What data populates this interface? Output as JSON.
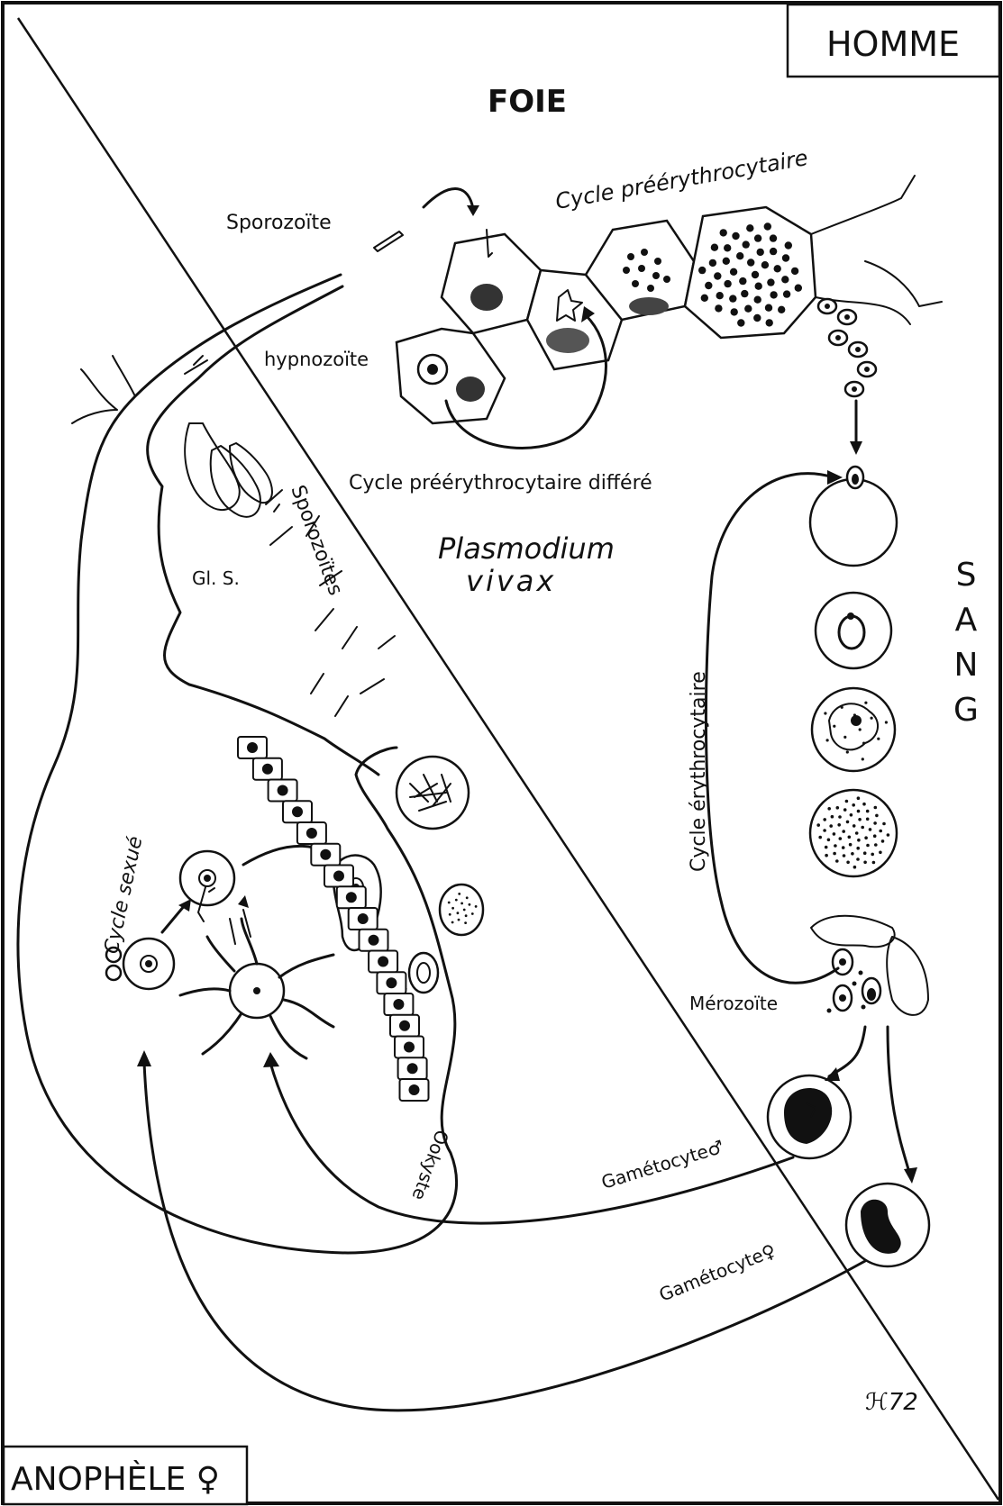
{
  "labels": {
    "homme": "HOMME",
    "foie": "FOIE",
    "sang": [
      "S",
      "A",
      "N",
      "G"
    ],
    "anophele": "ANOPHÈLE ♀",
    "sporozoite": "Sporozoïte",
    "sporozoites": "Sporozoïtes",
    "hypnozoite": "hypnozoïte",
    "cycle_preerythro": "Cycle préérythrocytaire",
    "cycle_preerythro_differe": "Cycle préérythrocytaire différé",
    "plasmodium": "Plasmodium",
    "vivax": "vivax",
    "gls": "Gl. S.",
    "cycle_erythro": "Cycle érythrocytaire",
    "merozoite": "Mérozoïte",
    "cycle_sexue": "Cycle sexué",
    "ookyste": "Ookyste",
    "gametocyte_m": "Gamétocyte♂",
    "gametocyte_f": "Gamétocyte♀",
    "signature": "ℋ72"
  },
  "colors": {
    "ink": "#111111",
    "paper": "#ffffff"
  }
}
